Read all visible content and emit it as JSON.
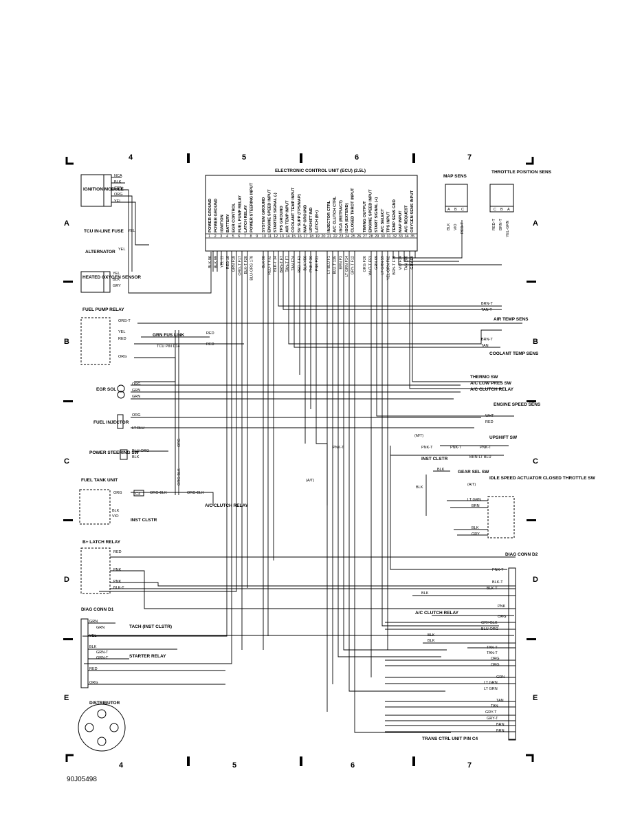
{
  "title": "ELECTRONIC CONTROL UNIT (ECU) (2.5L)",
  "grid_columns": [
    "4",
    "5",
    "6",
    "7"
  ],
  "grid_rows": [
    "A",
    "B",
    "C",
    "D",
    "E"
  ],
  "ecu_pins": [
    {
      "num": "1",
      "function": "POWER GROUND",
      "wire": "BLK 96"
    },
    {
      "num": "2",
      "function": "POWER GROUND",
      "wire": "BLK 99"
    },
    {
      "num": "3",
      "function": "IGNITION",
      "wire": "YEL 11"
    },
    {
      "num": "4",
      "function": "BATTERY",
      "wire": "RED 10"
    },
    {
      "num": "5",
      "function": "EGR CONTROL",
      "wire": "GRN F18"
    },
    {
      "num": "6",
      "function": "FUEL PUMP RELAY",
      "wire": "ORG-T F17"
    },
    {
      "num": "7",
      "function": "LATCH RELAY",
      "wire": "BLK-T F20"
    },
    {
      "num": "8",
      "function": "POWER STEERING INPUT",
      "wire": "BLU-ORG 178"
    },
    {
      "num": "9",
      "function": "",
      "wire": ""
    },
    {
      "num": "10",
      "function": "SYSTEM GROUND",
      "wire": "BLK 98"
    },
    {
      "num": "11",
      "function": "ENGINE SPEED INPUT",
      "wire": "RED-T F32"
    },
    {
      "num": "12",
      "function": "STARTER SIGNAL (-)",
      "wire": "BLK-T 34"
    },
    {
      "num": "13",
      "function": "TPS GROUND",
      "wire": "BRN-T F7"
    },
    {
      "num": "14",
      "function": "AIR TEMP INPUT",
      "wire": "TAN-T F7"
    },
    {
      "num": "15",
      "function": "COOLANT TEMP INPUT",
      "wire": "TAN F24"
    },
    {
      "num": "16",
      "function": "5V SUPP (TPS/MAP)",
      "wire": "RED-T F2"
    },
    {
      "num": "17",
      "function": "MAP GROUND",
      "wire": "BLK Y56"
    },
    {
      "num": "18",
      "function": "UPSHIFT IND",
      "wire": "PNK-T 36"
    },
    {
      "num": "19",
      "function": "LATCH (B+)",
      "wire": "PNK F31"
    },
    {
      "num": "20",
      "function": "",
      "wire": ""
    },
    {
      "num": "21",
      "function": "INJECTOR CTRL",
      "wire": "LT BLU F1"
    },
    {
      "num": "22",
      "function": "A/C CLUTCH CTRL",
      "wire": "BLU-T 135"
    },
    {
      "num": "23",
      "function": "ISCA (RETRACT)",
      "wire": "BRN F3"
    },
    {
      "num": "24",
      "function": "ISCA (EXTEND)",
      "wire": "LT GRN F14"
    },
    {
      "num": "25",
      "function": "CLOSED THROT INPUT",
      "wire": "GRY-T F12"
    },
    {
      "num": "26",
      "function": "",
      "wire": ""
    },
    {
      "num": "27",
      "function": "TIMING OUTPUT",
      "wire": "ORG F26"
    },
    {
      "num": "28",
      "function": "ENGINE SPEED INPUT",
      "wire": "WHT-T F53"
    },
    {
      "num": "29",
      "function": "START SIGNAL (+)",
      "wire": "GRN 69"
    },
    {
      "num": "30",
      "function": "A/C SELECT",
      "wire": "LT GRN 59"
    },
    {
      "num": "31",
      "function": "TPS INPUT",
      "wire": "YEL-GRN F62"
    },
    {
      "num": "32",
      "function": "TEMP SENS GND",
      "wire": "BRN-T F75"
    },
    {
      "num": "33",
      "function": "MAP INPUT",
      "wire": "VIO F14"
    },
    {
      "num": "34",
      "function": "A/C REQUEST",
      "wire": "TAN 206"
    },
    {
      "num": "35",
      "function": "OXYGEN SENS INPUT",
      "wire": "GRY F8"
    }
  ],
  "components": {
    "ignition_module": "IGNITION MODULE",
    "tcu_fuse": "TCU IN-LINE FUSE",
    "alternator": "ALTERNATOR",
    "o2_sensor": "HEATED OXYGEN SENSOR",
    "fuel_pump_relay": "FUEL PUMP RELAY",
    "grn_fus_link": "GRN FUS LINK",
    "tcu_pin": "TCU PIN D14",
    "egr_sol": "EGR SOL",
    "fuel_injector": "FUEL INJECTOR",
    "ps_sw": "POWER STEERING SW",
    "fuel_tank_unit": "FUEL TANK UNIT",
    "ac_clutch_relay": "A/C CLUTCH RELAY",
    "inst_clstr": "INST CLSTR",
    "b_latch_relay": "B+ LATCH RELAY",
    "diag_d1": "DIAG CONN D1",
    "tach": "TACH (INST CLSTR)",
    "starter_relay": "STARTER RELAY",
    "distributor": "DISTRIBUTOR",
    "map_sens": "MAP SENS",
    "tps": "THROTTLE POSITION SENS",
    "air_temp": "AIR TEMP SENS",
    "coolant_temp": "COOLANT TEMP SENS",
    "thermo_sw": "THERMO SW",
    "ac_low_pres": "A/C LOW PRES SW",
    "ac_clutch_relay_r": "A/C CLUTCH RELAY",
    "engine_speed_sens": "ENGINE SPEED SENS",
    "upshift_sw": "UPSHIFT SW",
    "gear_sel_sw": "GEAR SEL SW",
    "isa": "IDLE SPEED ACTUATOR CLOSED THROTTLE SW",
    "diag_d2": "DIAG CONN D2",
    "trans_ctrl": "TRANS CTRL UNIT PIN C4"
  },
  "wires": {
    "nca": "NCA",
    "blk": "BLK",
    "grn": "GRN",
    "org": "ORG",
    "yel": "YEL",
    "red": "RED",
    "gry": "GRY",
    "org_t": "ORG-T",
    "red_t": "RED-T",
    "brn_t": "BRN-T",
    "tan_t": "TAN-T",
    "tan": "TAN",
    "wht": "WHT",
    "pnk": "PNK",
    "pnk_t": "PNK-T",
    "blk_t": "BLK-T",
    "blu_org": "BLU-ORG",
    "org_blk": "ORG-BLK",
    "lt_blu": "LT BLU",
    "vio": "VIO",
    "brn_lt_blu": "BRN-LT BLU",
    "lt_grn": "LT GRN",
    "brn": "BRN",
    "grn_t": "GRN-T",
    "gry_blk": "GRY-BLK",
    "gry_t": "GRY-T",
    "yel_grn": "YEL-GRN",
    "c4": "C4",
    "mt": "(M/T)",
    "at": "(A/T)"
  },
  "map_pins": [
    "A",
    "B",
    "C"
  ],
  "tps_pins": [
    "C",
    "B",
    "A"
  ],
  "map_wires": [
    "BLK",
    "VIO",
    "RED-T"
  ],
  "tps_wires": [
    "RED-T",
    "BRN-T",
    "YEL-GRN"
  ],
  "footer_code": "90J05498"
}
